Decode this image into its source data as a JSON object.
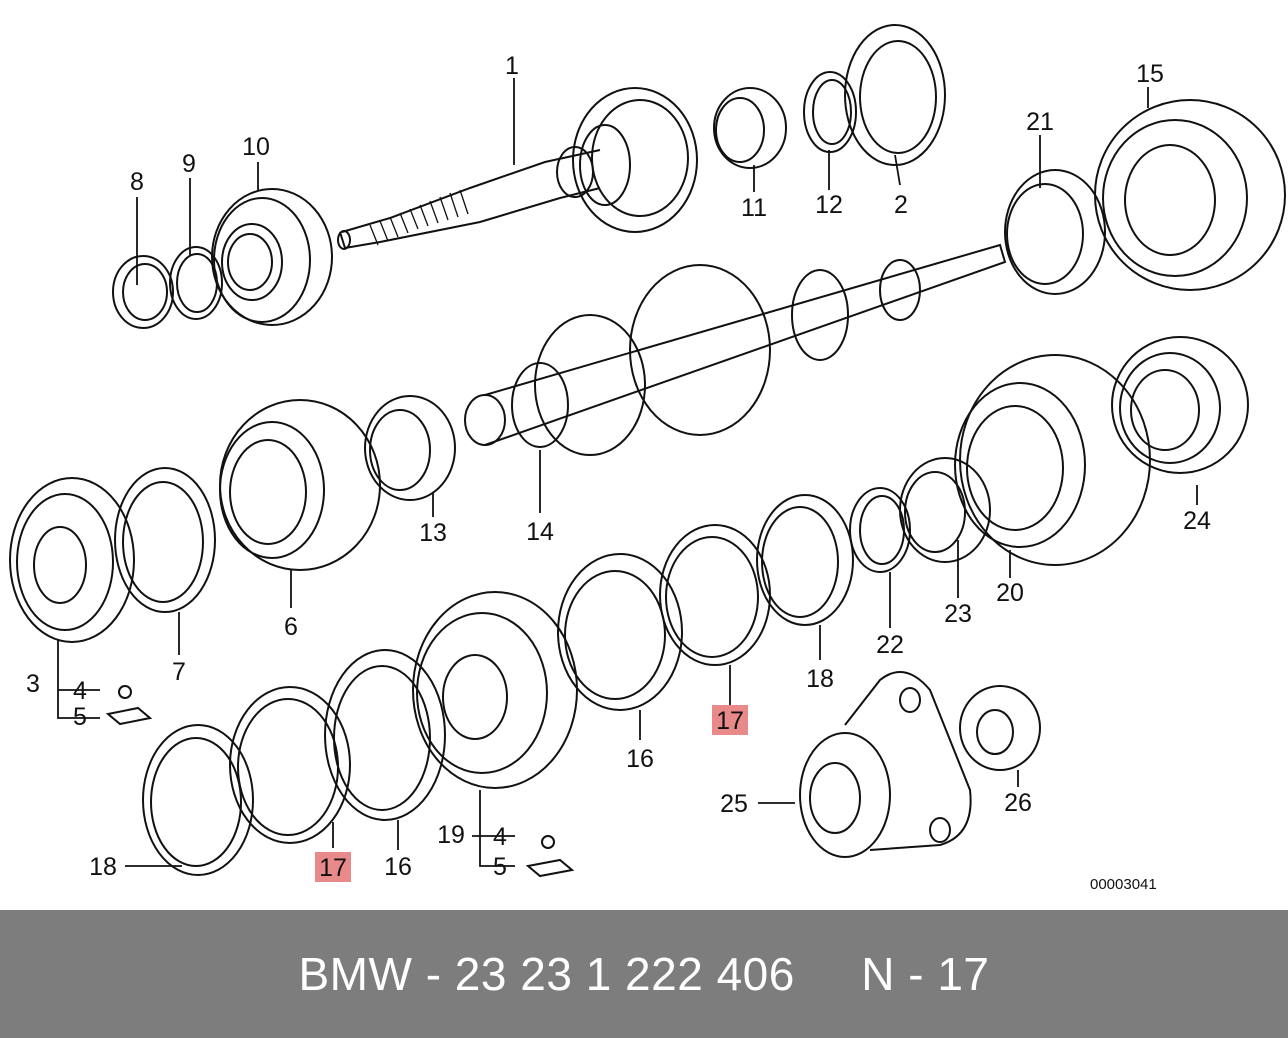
{
  "diagram": {
    "part_labels": [
      "1",
      "2",
      "3",
      "4",
      "5",
      "6",
      "7",
      "8",
      "9",
      "10",
      "11",
      "12",
      "13",
      "14",
      "15",
      "16",
      "16",
      "17",
      "17",
      "18",
      "18",
      "19",
      "4",
      "5",
      "20",
      "21",
      "22",
      "23",
      "24",
      "25",
      "26"
    ],
    "highlight_color": "#e98a8a",
    "diagram_code": "00003041"
  },
  "footer": {
    "brand": "BMW",
    "part_number": "23 23 1 222 406",
    "position": "N - 17",
    "text": "BMW - 23 23 1 222 406     N - 17",
    "background_color": "#7d7d7d"
  }
}
